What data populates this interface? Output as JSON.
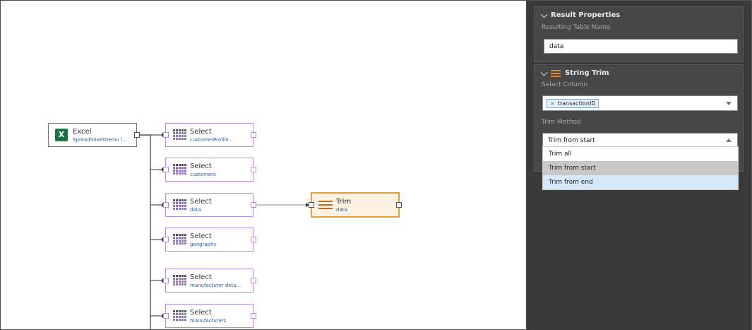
{
  "canvas": {
    "source": {
      "title": "Excel",
      "subtitle": "SpreadSheetDemo l...",
      "icon": "excel-icon"
    },
    "selects": [
      {
        "title": "Select",
        "subtitle": "customerProfile..."
      },
      {
        "title": "Select",
        "subtitle": "customers"
      },
      {
        "title": "Select",
        "subtitle": "data"
      },
      {
        "title": "Select",
        "subtitle": "geography"
      },
      {
        "title": "Select",
        "subtitle": "manufacturer deta..."
      },
      {
        "title": "Select",
        "subtitle": "manufacturers"
      }
    ],
    "trim": {
      "title": "Trim",
      "subtitle": "data"
    }
  },
  "panel": {
    "result": {
      "title": "Result Properties",
      "name_label": "Resulting Table Name",
      "name_value": "data"
    },
    "string_trim": {
      "title": "String Trim",
      "column_label": "Select Column",
      "column_tag": "transactionID",
      "column_tag_remove": "×",
      "method_label": "Trim Method",
      "method_value": "Trim from start",
      "options": [
        "Trim all",
        "Trim from start",
        "Trim from end"
      ]
    }
  },
  "colors": {
    "select_border": "#b98be0",
    "trim_border": "#e0a040",
    "trim_bg": "#fdf1e1",
    "panel_bg": "#3a3a3a",
    "excel_green": "#1e7145"
  }
}
